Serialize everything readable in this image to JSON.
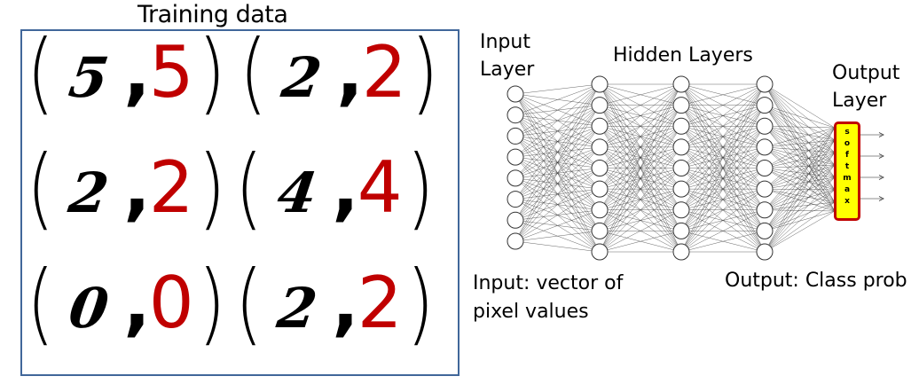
{
  "training": {
    "title": "Training data",
    "pairs": [
      {
        "image_digit": "5",
        "label": "5"
      },
      {
        "image_digit": "2",
        "label": "2"
      },
      {
        "image_digit": "2",
        "label": "2"
      },
      {
        "image_digit": "4",
        "label": "4"
      },
      {
        "image_digit": "0",
        "label": "0"
      },
      {
        "image_digit": "2",
        "label": "2"
      }
    ],
    "open_paren": "(",
    "close_paren": ")",
    "comma": ","
  },
  "network": {
    "input_layer_label_1": "Input",
    "input_layer_label_2": "Layer",
    "hidden_layers_label": "Hidden Layers",
    "output_layer_label_1": "Output",
    "output_layer_label_2": "Layer",
    "softmax_letters": [
      "s",
      "o",
      "f",
      "t",
      "m",
      "a",
      "x"
    ],
    "input_caption_1": "Input: vector of",
    "input_caption_2": "pixel values",
    "output_caption": "Output: Class prob",
    "layer_sizes": [
      8,
      9,
      9,
      9
    ],
    "output_arrows": 4
  },
  "colors": {
    "label_red": "#c00000",
    "box_border": "#41679a",
    "softmax_fill": "#ffff00",
    "softmax_border": "#c00000"
  }
}
